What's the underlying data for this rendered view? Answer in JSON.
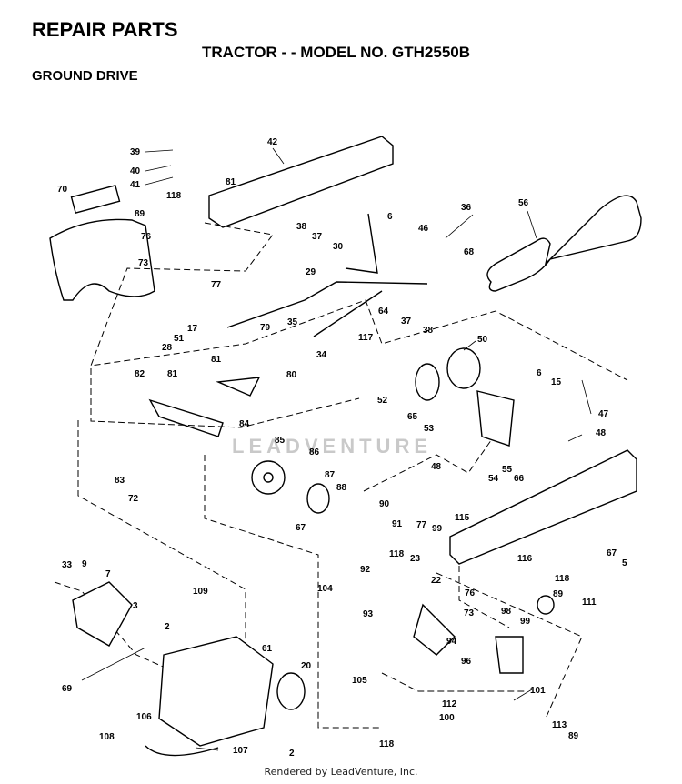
{
  "header": {
    "title": "REPAIR PARTS",
    "subtitle": "TRACTOR - - MODEL NO. GTH2550B",
    "section": "GROUND DRIVE"
  },
  "watermark": "LEADVENTURE",
  "footer": "Rendered by LeadVenture, Inc.",
  "callouts": [
    "39",
    "40",
    "41",
    "42",
    "81",
    "70",
    "118",
    "89",
    "76",
    "73",
    "77",
    "38",
    "37",
    "36",
    "6",
    "46",
    "30",
    "68",
    "56",
    "29",
    "64",
    "37",
    "38",
    "35",
    "34",
    "17",
    "79",
    "51",
    "28",
    "81",
    "117",
    "50",
    "82",
    "81",
    "80",
    "6",
    "15",
    "52",
    "65",
    "53",
    "47",
    "48",
    "84",
    "85",
    "86",
    "48",
    "54",
    "55",
    "66",
    "83",
    "72",
    "87",
    "88",
    "90",
    "67",
    "91",
    "115",
    "77",
    "99",
    "116",
    "67",
    "5",
    "118",
    "118",
    "33",
    "9",
    "7",
    "3",
    "109",
    "2",
    "92",
    "23",
    "22",
    "104",
    "93",
    "76",
    "73",
    "89",
    "111",
    "98",
    "99",
    "94",
    "96",
    "61",
    "20",
    "112",
    "101",
    "100",
    "69",
    "105",
    "106",
    "108",
    "107",
    "2",
    "118",
    "113",
    "89"
  ]
}
